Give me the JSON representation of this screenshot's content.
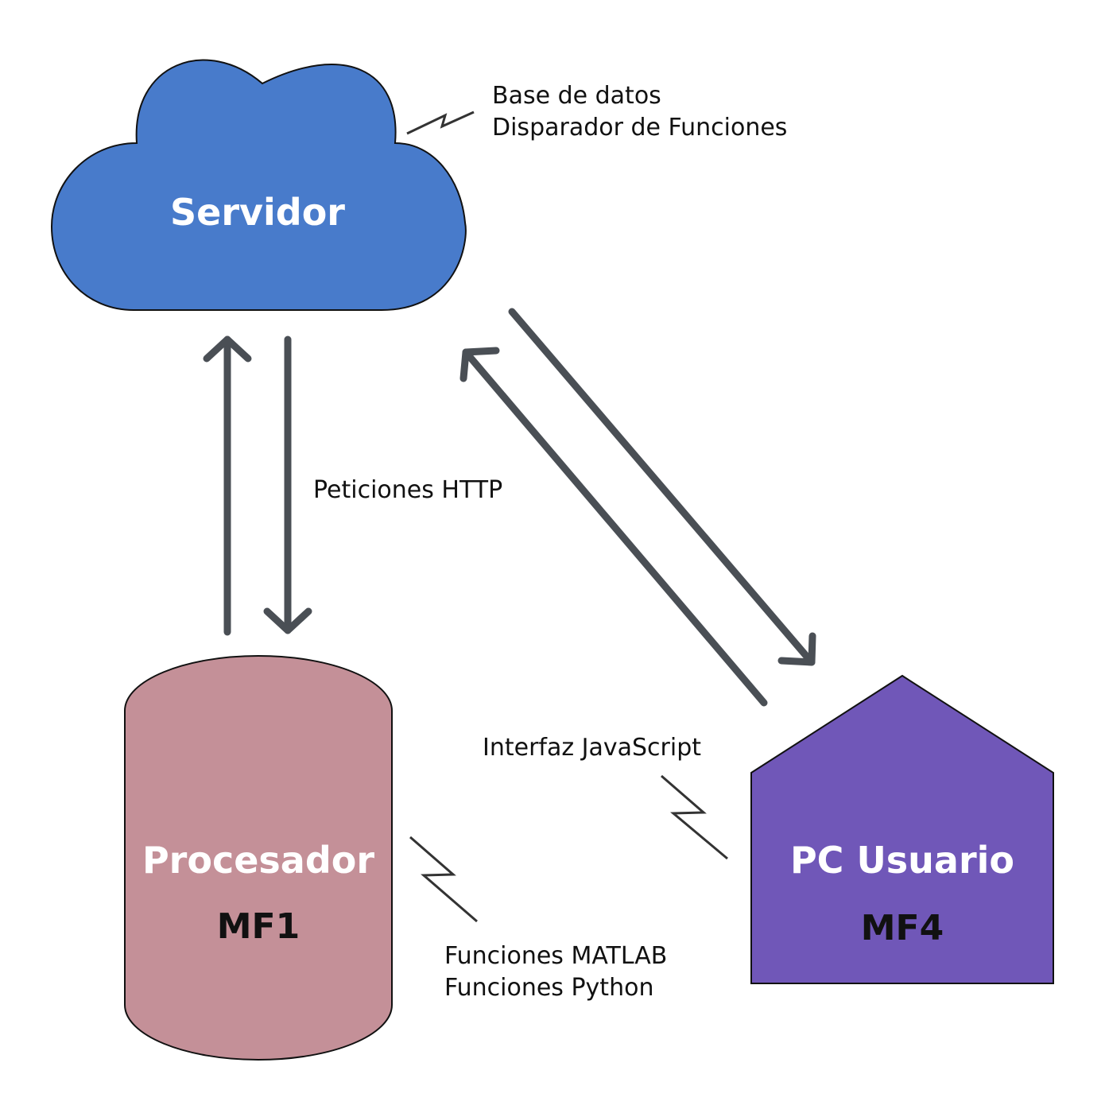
{
  "colors": {
    "server": "#487bcb",
    "processor": "#c49098",
    "pc": "#7057b8",
    "arrow": "#4a4f55",
    "outline": "#111111"
  },
  "server": {
    "title": "Servidor",
    "notes": [
      "Base de datos",
      "Disparador de Funciones"
    ]
  },
  "processor": {
    "title": "Procesador",
    "code": "MF1",
    "notes": [
      "Funciones MATLAB",
      "Funciones Python"
    ]
  },
  "pc": {
    "title": "PC Usuario",
    "code": "MF4",
    "note": "Interfaz JavaScript"
  },
  "links": {
    "http_label": "Peticiones HTTP"
  }
}
